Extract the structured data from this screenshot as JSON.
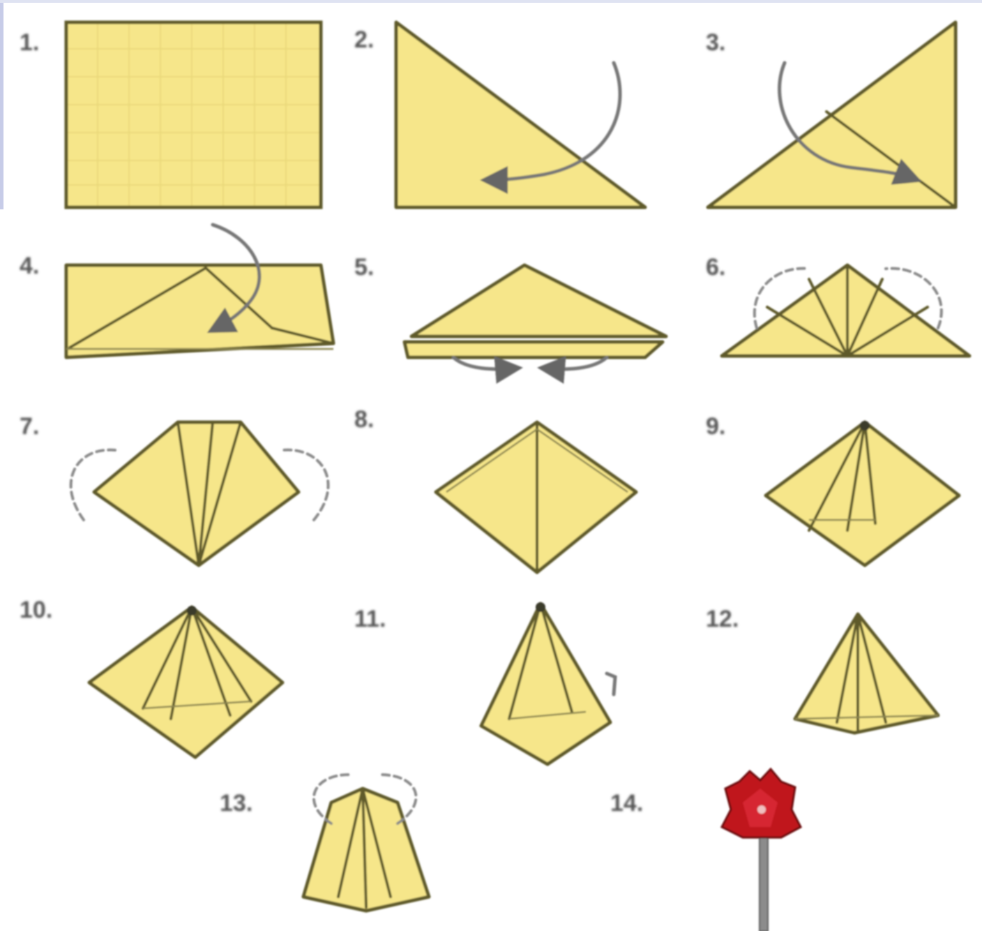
{
  "steps": [
    {
      "id": 1,
      "label": "1."
    },
    {
      "id": 2,
      "label": "2."
    },
    {
      "id": 3,
      "label": "3."
    },
    {
      "id": 4,
      "label": "4."
    },
    {
      "id": 5,
      "label": "5."
    },
    {
      "id": 6,
      "label": "6."
    },
    {
      "id": 7,
      "label": "7."
    },
    {
      "id": 8,
      "label": "8."
    },
    {
      "id": 9,
      "label": "9."
    },
    {
      "id": 10,
      "label": "10."
    },
    {
      "id": 11,
      "label": "11."
    },
    {
      "id": 12,
      "label": "12."
    },
    {
      "id": 13,
      "label": "13."
    },
    {
      "id": 14,
      "label": "14."
    }
  ],
  "colors": {
    "paper": "#f6e68a",
    "paper_outline": "#5f5a2a",
    "arrow": "#777777",
    "flower_red": "#c0141c",
    "stem": "#8c8c8c"
  }
}
